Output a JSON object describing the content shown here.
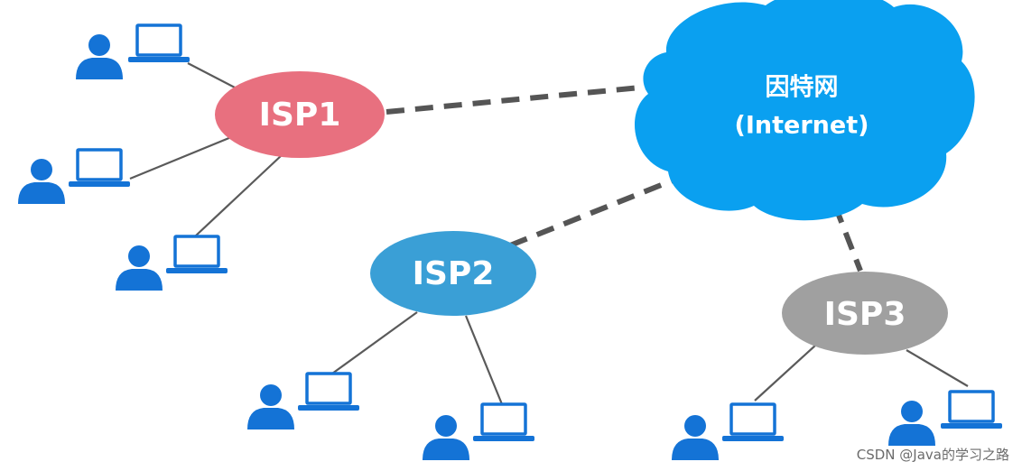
{
  "nodes": {
    "internet": {
      "line1": "因特网",
      "line2": "(Internet)",
      "color": "#0aa0f0"
    },
    "isp1": {
      "label": "ISP1",
      "color": "#e8707f"
    },
    "isp2": {
      "label": "ISP2",
      "color": "#3a9fd6"
    },
    "isp3": {
      "label": "ISP3",
      "color": "#a0a0a0"
    }
  },
  "icons": {
    "user": "person-icon",
    "computer": "laptop-icon"
  },
  "colors": {
    "icon": "#1473d6",
    "link": "#555555"
  },
  "watermark": "CSDN @Java的学习之路"
}
